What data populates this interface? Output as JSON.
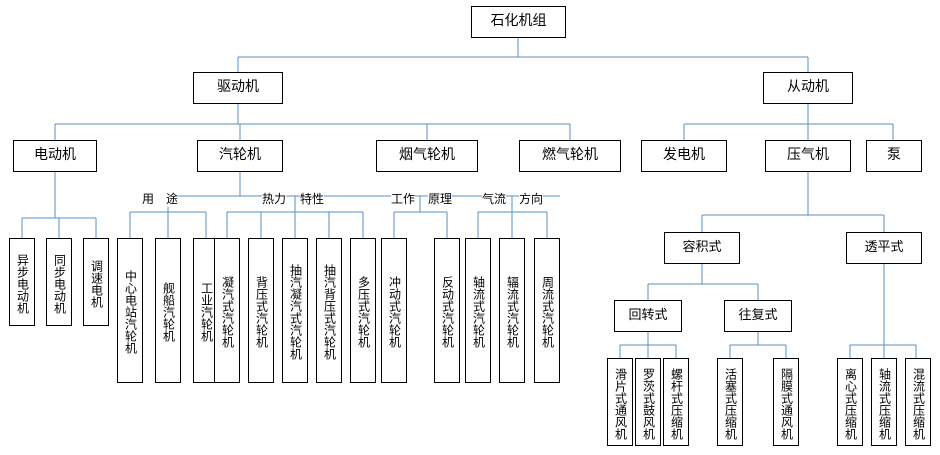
{
  "title": "石化机组",
  "nodes": {
    "root": "石化机组",
    "driver": "驱动机",
    "driven": "从动机",
    "motor": "电动机",
    "steam_turbine": "汽轮机",
    "flue_gas_turbine": "烟气轮机",
    "gas_turbine": "燃气轮机",
    "generator": "发电机",
    "compressor": "压气机",
    "pump": "泵",
    "async_motor": "异步电动机",
    "sync_motor": "同步电动机",
    "speed_motor": "调速电机",
    "central_station": "中心电站汽轮机",
    "marine": "舰船汽轮机",
    "industrial": "工业汽轮机",
    "condensing": "凝汽式汽轮机",
    "back_pressure": "背压式汽轮机",
    "extraction_condensing": "抽汽凝汽式汽轮机",
    "extraction_back_pressure": "抽汽背压式汽轮机",
    "multi_pressure": "多压式汽轮机",
    "impulse": "冲动式汽轮机",
    "reaction": "反动式汽轮机",
    "axial_flow": "轴流式汽轮机",
    "radial_flow": "辐流式汽轮机",
    "circumferential_flow": "周流式汽轮机",
    "positive_displacement": "容积式",
    "turbo": "透平式",
    "rotary": "回转式",
    "reciprocating": "往复式",
    "sliding_vane": "滑片式通风机",
    "roots": "罗茨式鼓风机",
    "screw": "螺杆式压缩机",
    "piston": "活塞式压缩机",
    "diaphragm": "隔膜式通风机",
    "centrifugal": "离心式压缩机",
    "axial_comp": "轴流式压缩机",
    "mixed_flow": "混流式压缩机"
  },
  "labels": {
    "usage": "用　途",
    "thermal": "热力",
    "characteristic": "特性",
    "working": "工作",
    "principle": "原理",
    "airflow": "气流",
    "direction": "方向"
  },
  "colors": {
    "line": "#5a8fc2",
    "border": "#000000",
    "background": "#ffffff"
  }
}
